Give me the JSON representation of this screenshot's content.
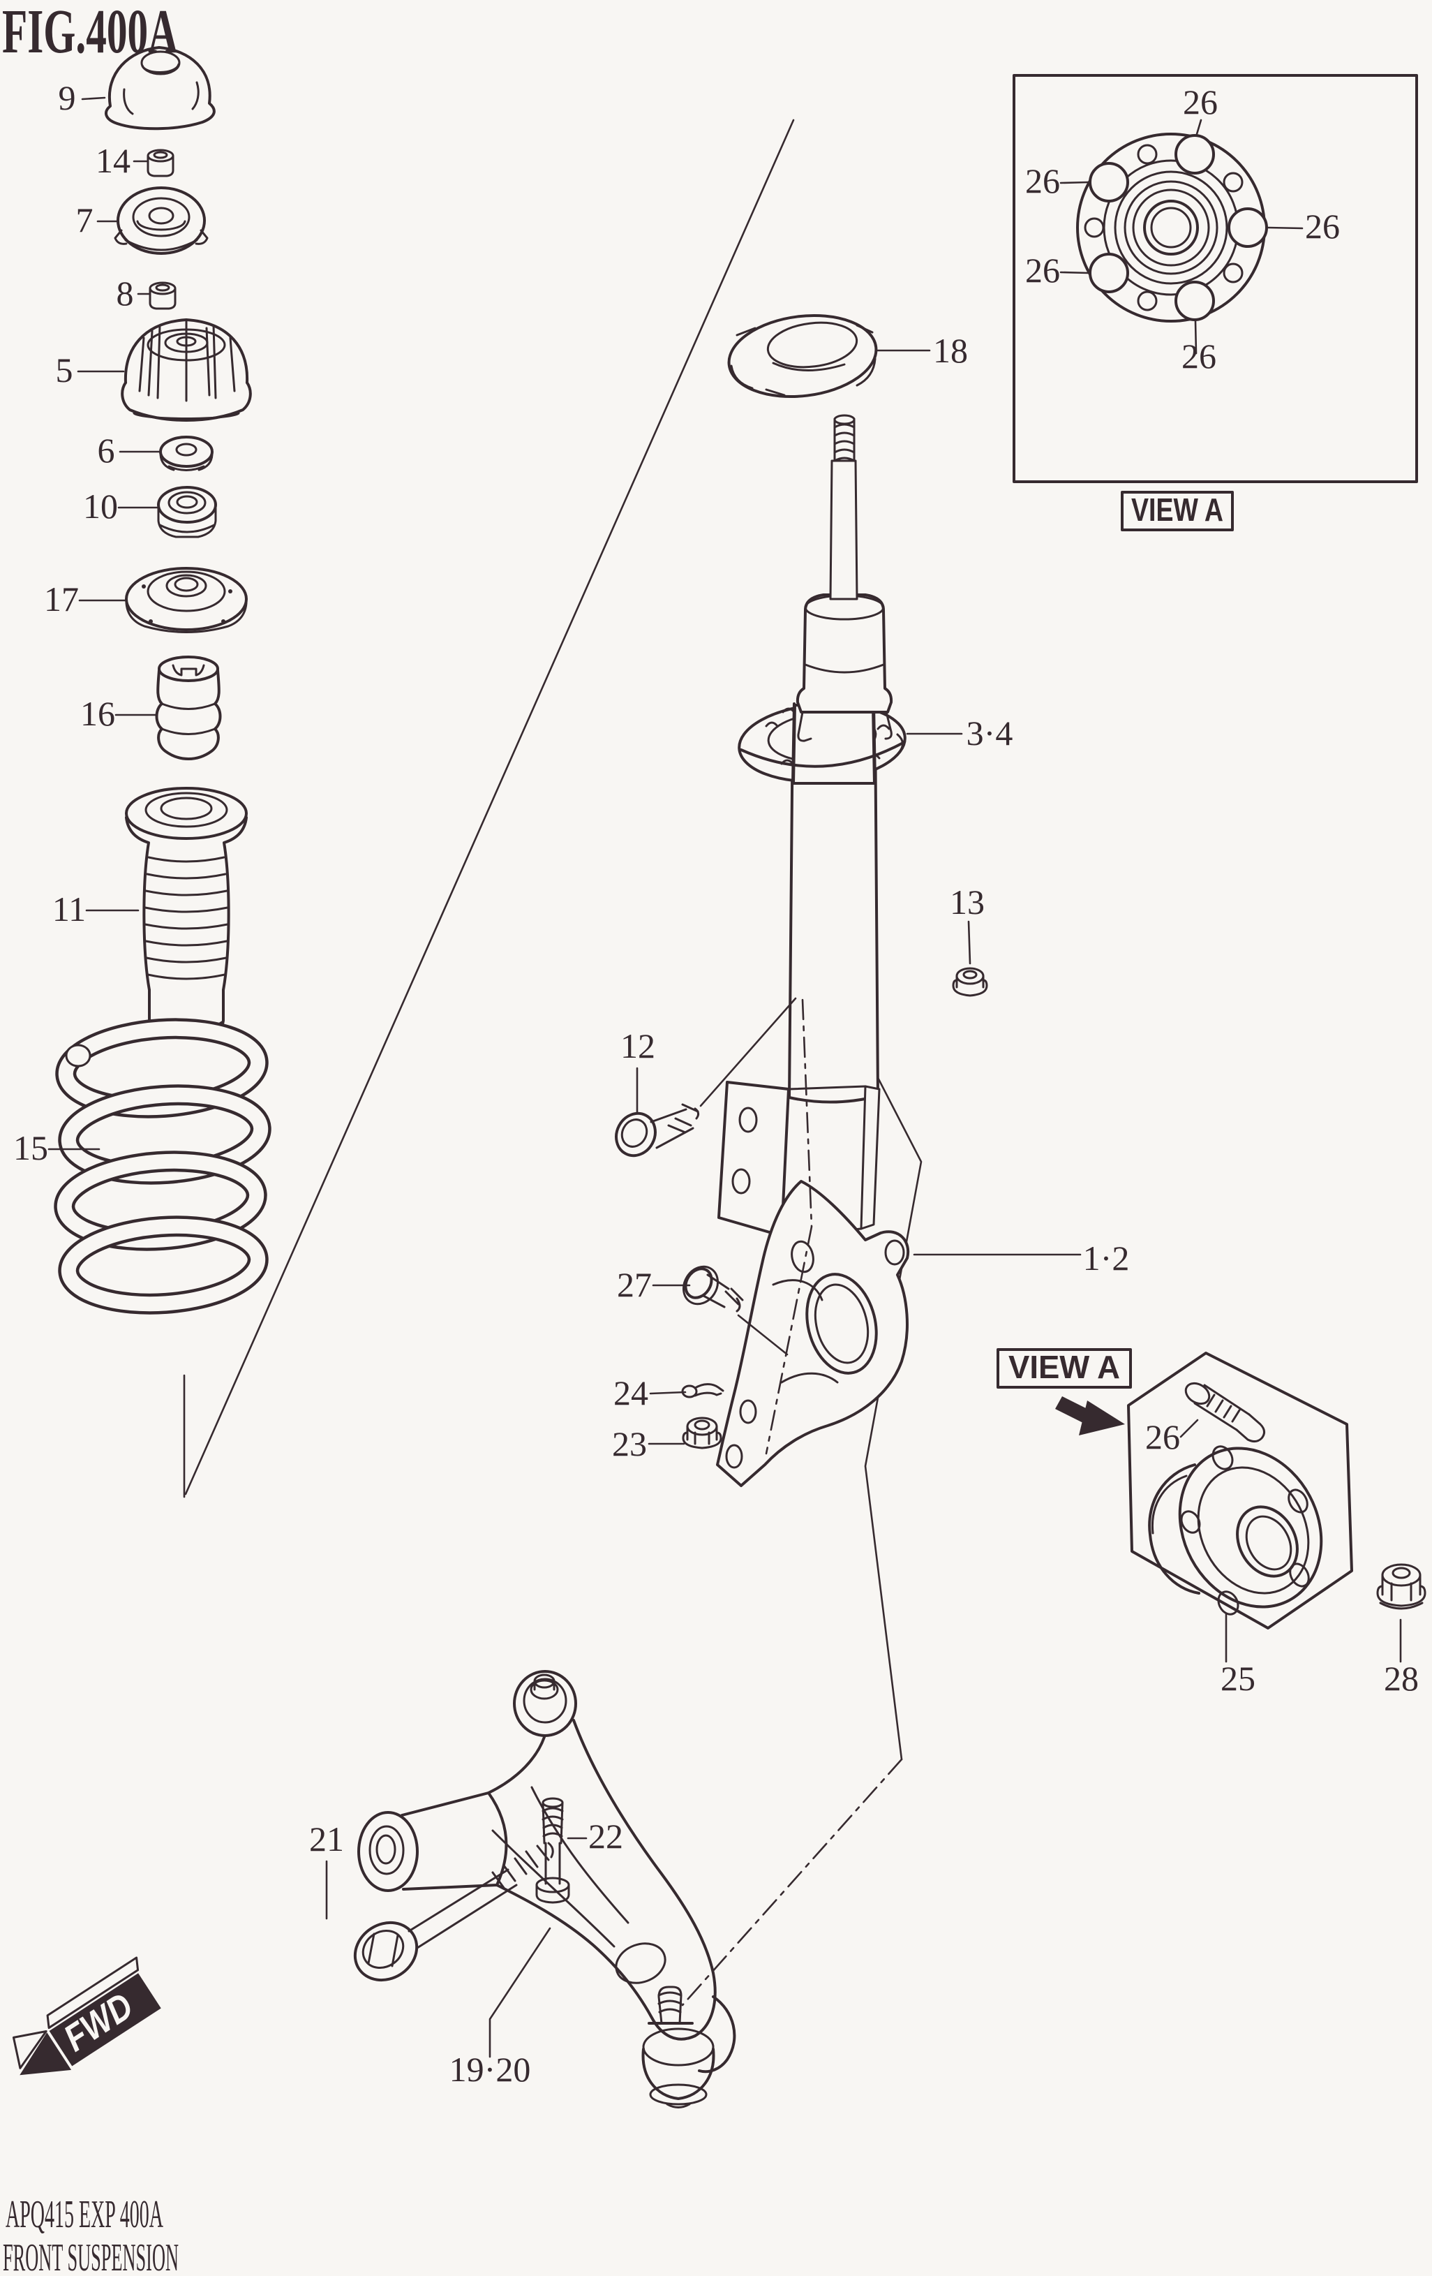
{
  "figure": {
    "title": "FIG.400A"
  },
  "footer": {
    "line1": "APQ415 EXP 400A",
    "line2": "FRONT SUSPENSION"
  },
  "view_a": {
    "label": "VIEW A"
  },
  "fwd": {
    "label": "FWD"
  },
  "colors": {
    "ink": "#362a2f",
    "paper": "#f8f6f3"
  },
  "callouts": {
    "p9": "9",
    "p14": "14",
    "p7": "7",
    "p8": "8",
    "p5": "5",
    "p6": "6",
    "p10": "10",
    "p17": "17",
    "p16": "16",
    "p11": "11",
    "p15": "15",
    "p18": "18",
    "p3_4": "3·4",
    "p13": "13",
    "p12": "12",
    "p27": "27",
    "p24": "24",
    "p23": "23",
    "p1_2": "1·2",
    "p21": "21",
    "p22": "22",
    "p19_20": "19·20",
    "p25": "25",
    "p26": "26",
    "p28": "28"
  }
}
